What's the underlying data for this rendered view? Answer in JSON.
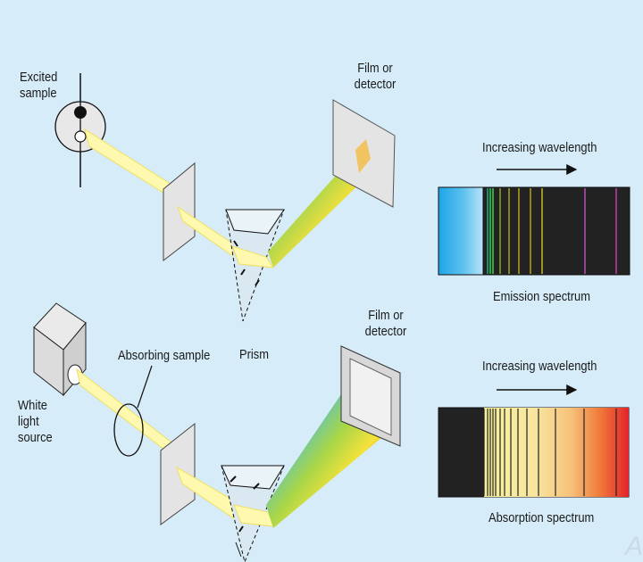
{
  "colors": {
    "background": "#d6ecf8",
    "light_beam": "#fff9b0",
    "panel": "#e6e6e6",
    "spectrum_black": "#222222"
  },
  "top": {
    "source_label": "Excited\nsample",
    "detector_label": "Film or\ndetector"
  },
  "bottom": {
    "source_label": "White\nlight\nsource",
    "sample_label": "Absorbing sample",
    "prism_label": "Prism",
    "detector_label": "Film or\ndetector"
  },
  "emission": {
    "arrow_label": "Increasing wavelength",
    "caption": "Emission spectrum",
    "line_colors": [
      "#1c8f6a",
      "#2aa44d",
      "#3aa83c",
      "#8aa624",
      "#a8a41c",
      "#b5a21c",
      "#b0a61e",
      "#c5b82a",
      "#b84fb8",
      "#c23ca8"
    ]
  },
  "absorption": {
    "arrow_label": "Increasing wavelength",
    "caption": "Absorption spectrum"
  },
  "watermark": "A"
}
